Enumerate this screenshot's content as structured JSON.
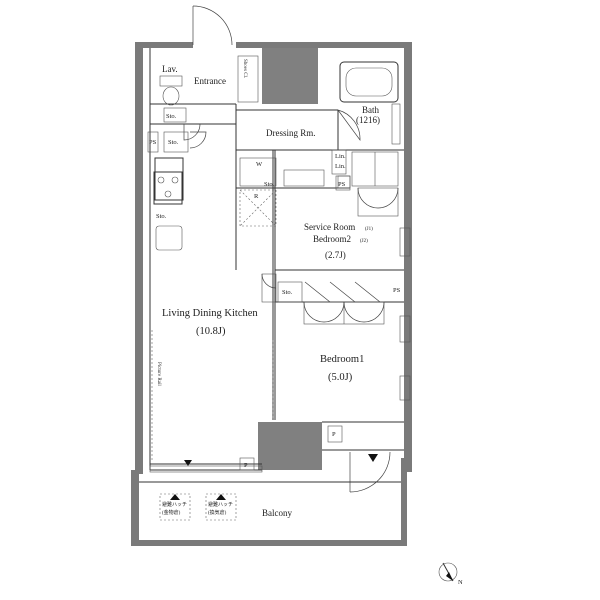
{
  "rooms": {
    "lav": "Lav.",
    "entrance": "Entrance",
    "shoes_closet": "Shoes Cl.",
    "bath": "Bath",
    "bath_size": "(1216)",
    "dressing": "Dressing Rm.",
    "service_room": "Service Room",
    "service_room_note": "(J1)",
    "bedroom2": "Bedroom2",
    "bedroom2_note": "(J2)",
    "bedroom2_area": "(2.7J)",
    "ldk": "Living Dining Kitchen",
    "ldk_area": "(10.8J)",
    "bedroom1": "Bedroom1",
    "bedroom1_area": "(5.0J)",
    "balcony": "Balcony",
    "picture_rail": "Picture Rail"
  },
  "fixtures": {
    "storage": "Sto.",
    "pipe_space": "PS",
    "linen": "Lin.",
    "washer": "W",
    "refrigerator": "R",
    "parking_point": "P",
    "hatch_top": "避難ハッチ",
    "hatch_bottom": "(金物倉)",
    "hatch_bottom_2": "(換気倉)"
  },
  "compass": {
    "north": "N"
  }
}
